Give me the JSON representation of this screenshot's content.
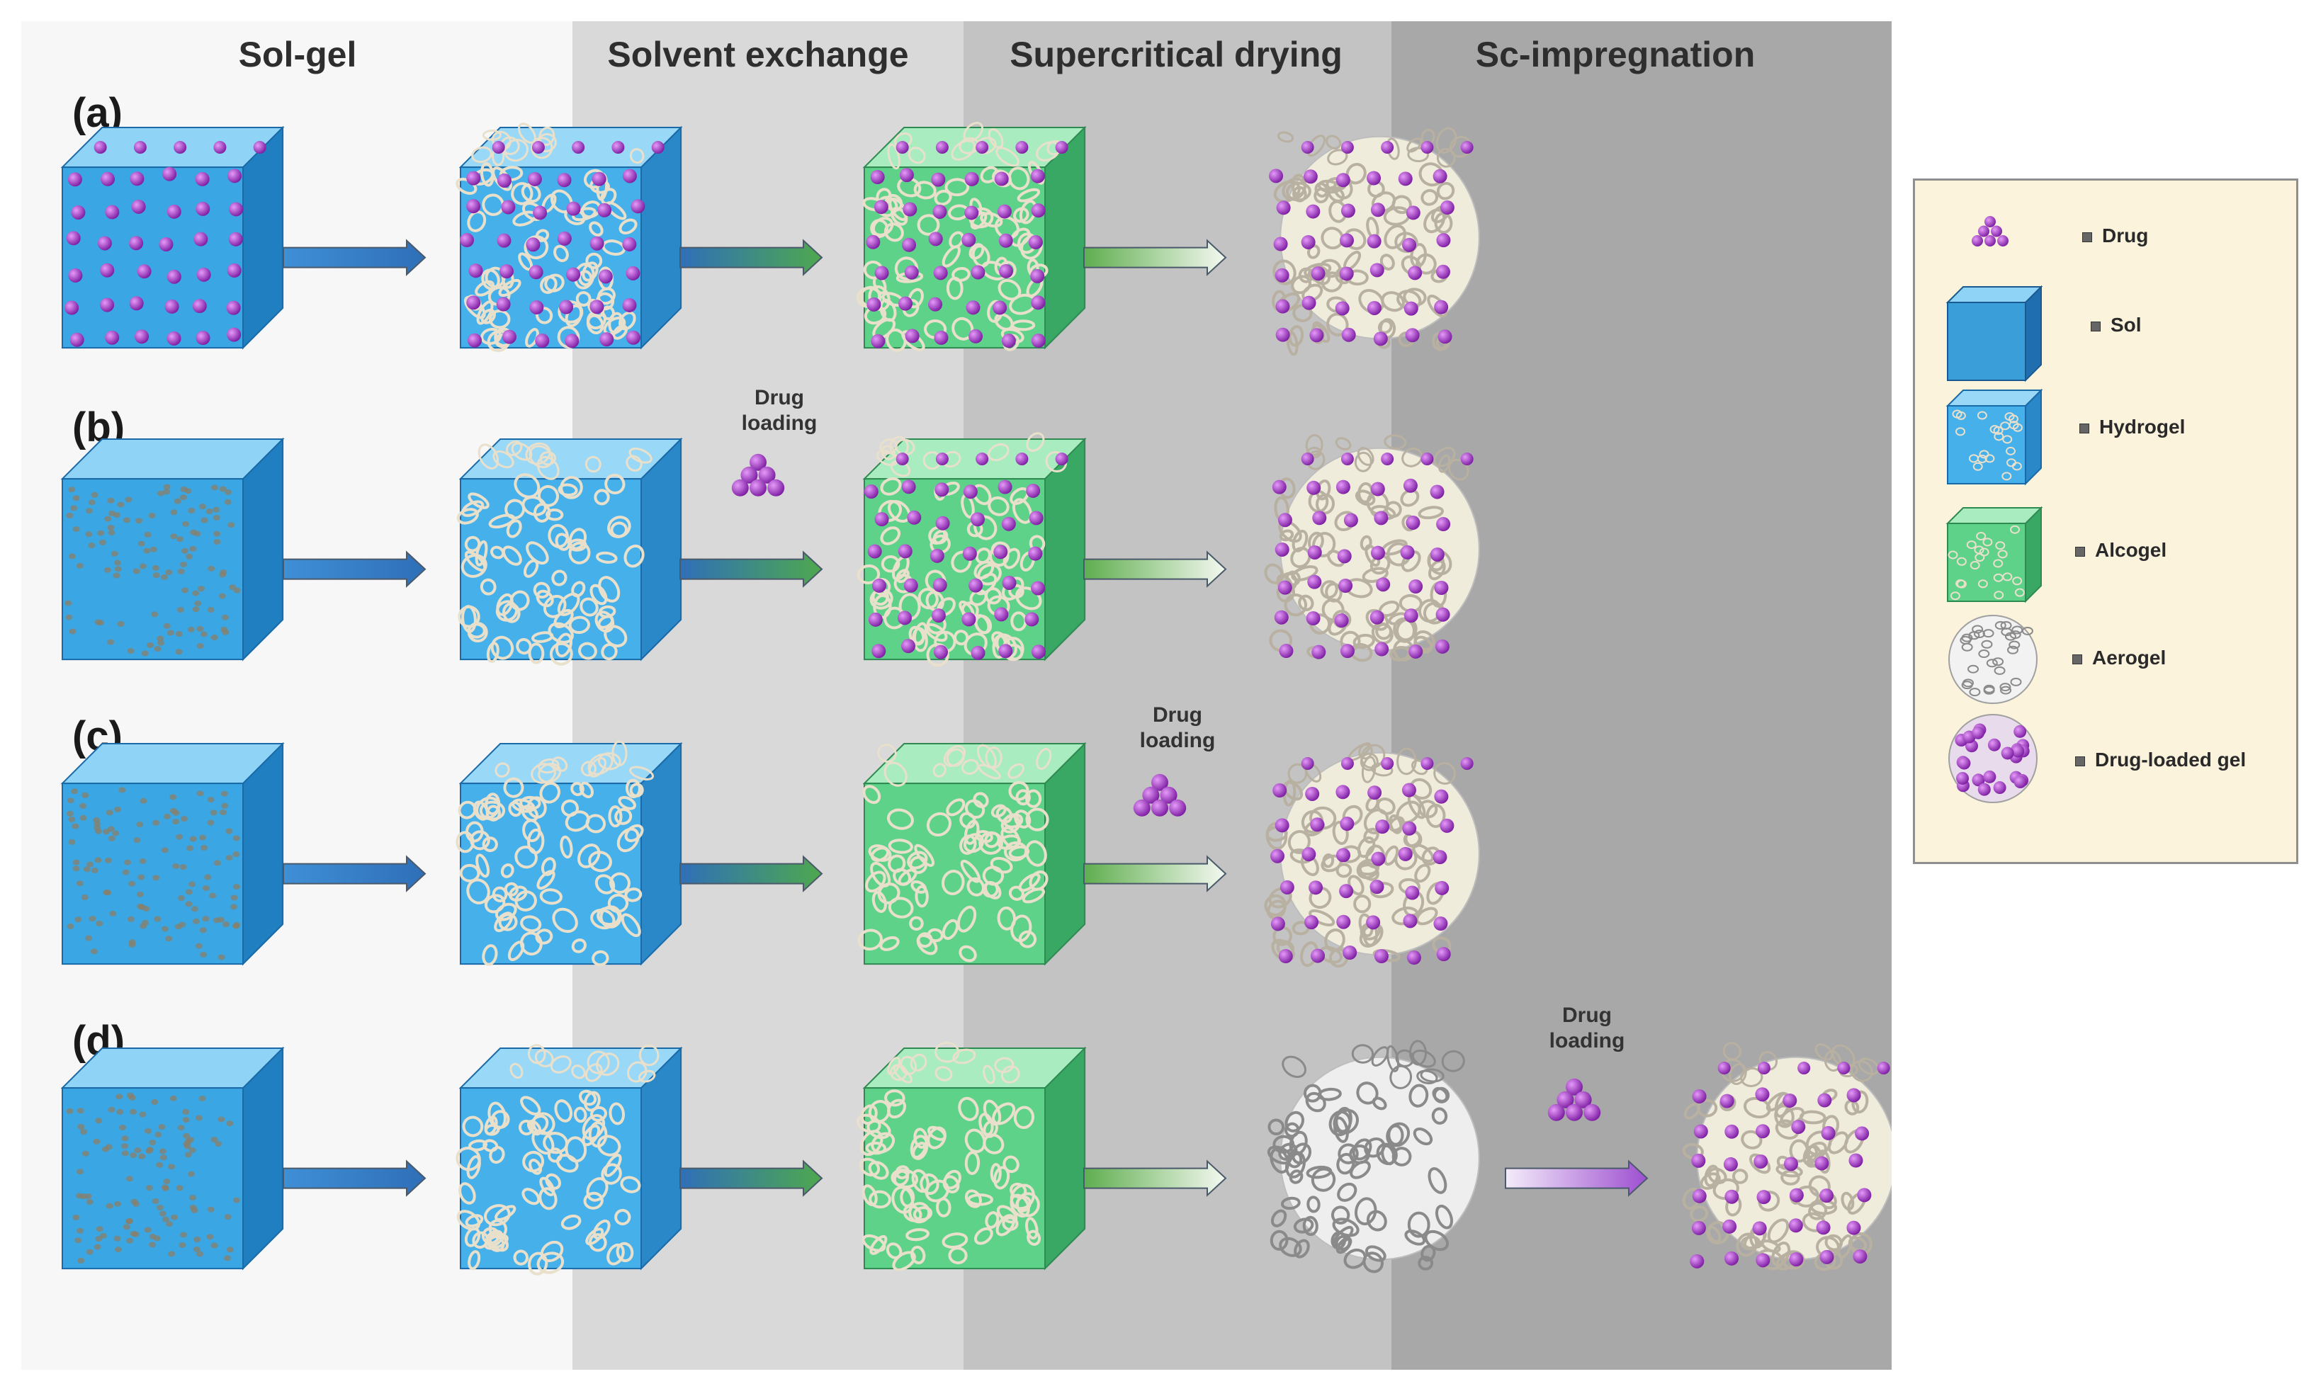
{
  "columns": {
    "sol_gel": "Sol-gel",
    "solvent_exchange": "Solvent exchange",
    "supercritical_drying": "Supercritical drying",
    "sc_impregnation": "Sc-impregnation"
  },
  "rows": {
    "a": "(a)",
    "b": "(b)",
    "c": "(c)",
    "d": "(d)"
  },
  "drug_loading": {
    "line1": "Drug",
    "line2": "loading"
  },
  "legend": {
    "drug": "Drug",
    "sol": "Sol",
    "hydrogel": "Hydrogel",
    "alcogel": "Alcogel",
    "aerogel": "Aerogel",
    "drug_loaded_gel": "Drug-loaded gel"
  },
  "colors": {
    "col_sol_gel_bg": "#f7f7f7",
    "col_solvent_exchange_bg": "#d9d9d9",
    "col_supercritical_bg": "#c2c2c2",
    "col_sc_impregnation_bg": "#a7a7a7",
    "sol_blue": "#37a7e0",
    "alcogel_green": "#4fd37e",
    "drug_purple": "#9b2ec0",
    "legend_bg": "#fbf3dc"
  }
}
